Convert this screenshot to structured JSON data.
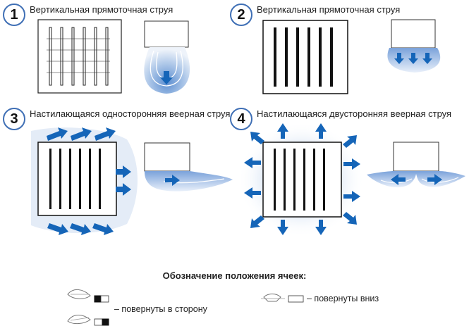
{
  "panels": [
    {
      "number": "1",
      "title": "Вертикальная прямоточная струя"
    },
    {
      "number": "2",
      "title": "Вертикальная прямоточная струя"
    },
    {
      "number": "3",
      "title": "Настилающаяся односторонняя веерная струя"
    },
    {
      "number": "4",
      "title": "Настилающаяся двусторонняя веерная струя"
    }
  ],
  "legend": {
    "title": "Обозначение положения ячеек:",
    "side_text": "– повернуты в сторону",
    "down_text": "– повернуты вниз"
  },
  "colors": {
    "circle_border": "#3f6fb5",
    "arrow": "#1565b8",
    "airflow_light": "#dde8f6",
    "airflow_dark": "#8fb0dd"
  }
}
